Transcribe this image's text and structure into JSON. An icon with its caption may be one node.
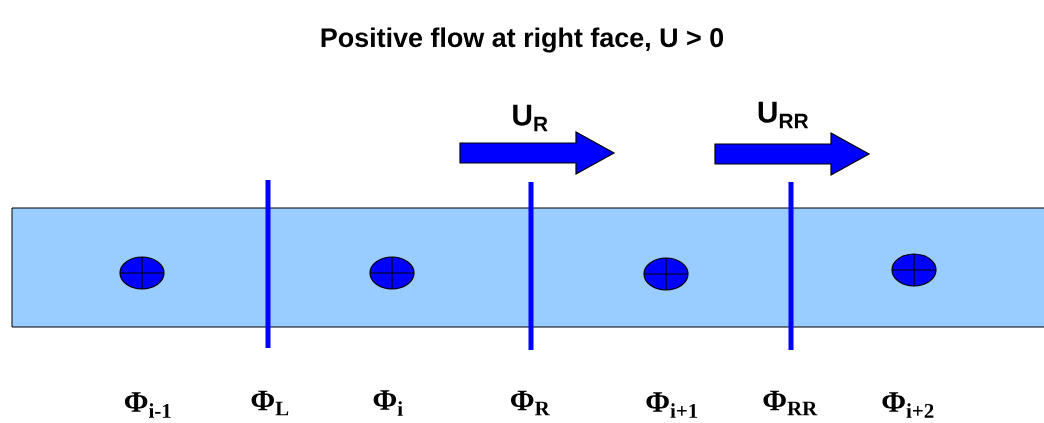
{
  "diagram": {
    "title": "Positive flow at right face, U > 0",
    "labels": [
      "U$_{R}$",
      "U$_{RR}$",
      "Φ$_{i-1}$",
      "Φ$_{L}$",
      "Φ$_{i}$",
      "Φ$_{R}$",
      "Φ$_{i+1}$",
      "Φ$_{RR}$",
      "Φ$_{i+2}$"
    ]
  }
}
